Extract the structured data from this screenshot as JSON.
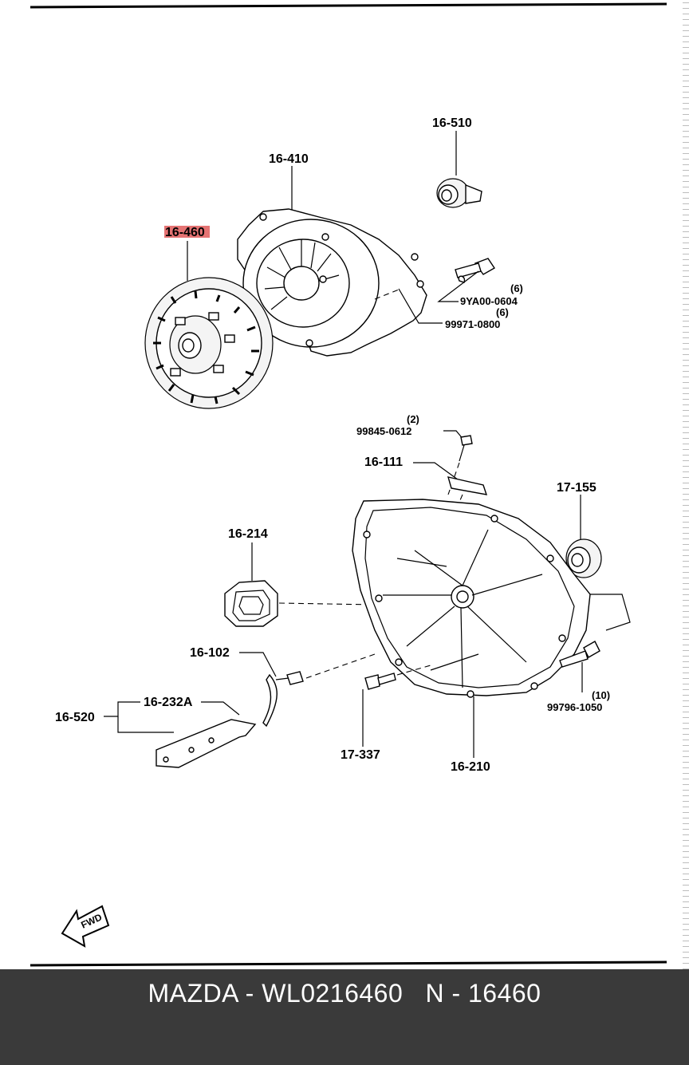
{
  "parts": {
    "p16_510": "16-510",
    "p16_410": "16-410",
    "p16_460": "16-460",
    "p9ya00_qty": "(6)",
    "p9ya00": "9YA00-0604",
    "p99971_qty": "(6)",
    "p99971": "99971-0800",
    "p99845_qty": "(2)",
    "p99845": "99845-0612",
    "p16_111": "16-111",
    "p17_155": "17-155",
    "p16_214": "16-214",
    "p16_102": "16-102",
    "p16_232a": "16-232A",
    "p16_520": "16-520",
    "p99796_qty": "(10)",
    "p99796": "99796-1050",
    "p17_337": "17-337",
    "p16_210": "16-210"
  },
  "fwd_label": "FWD",
  "footer": {
    "text": "MAZDA - WL0216460   N - 16460"
  },
  "colors": {
    "highlight": "#e05a5a",
    "footer_bg": "#3a3a3a",
    "footer_text": "#ffffff"
  }
}
